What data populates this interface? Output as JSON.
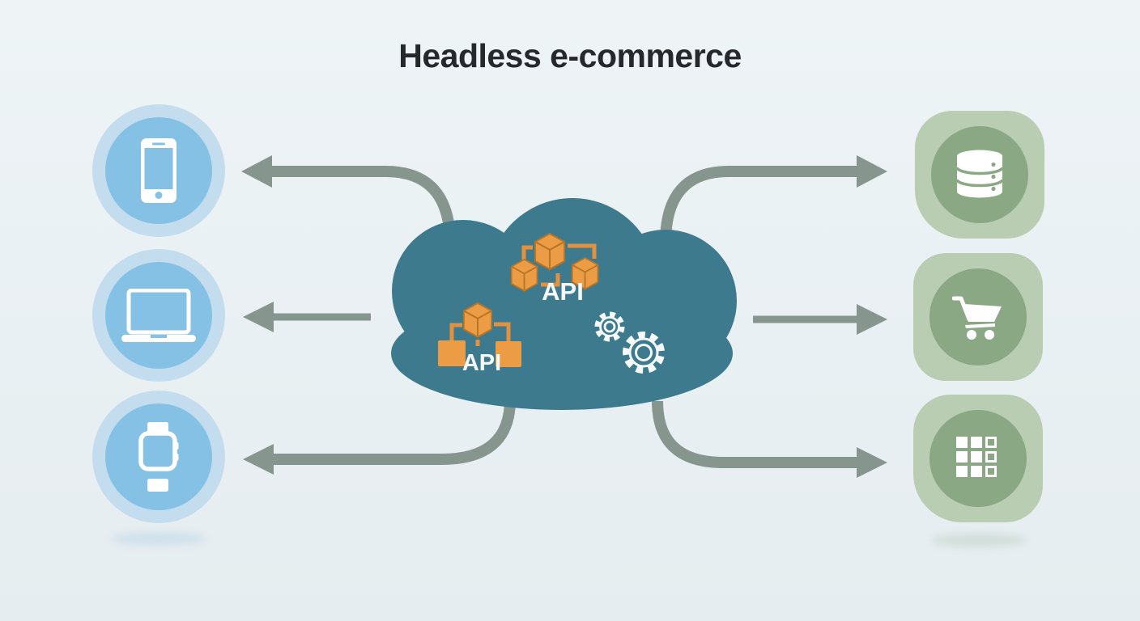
{
  "title": "Headless e-commerce",
  "cloud": {
    "description": "central cloud platform",
    "api_top_label": "API",
    "api_bottom_label": "API",
    "icons": [
      "api-cubes-icon",
      "api-cubes-icon",
      "gears-icon"
    ]
  },
  "frontends": [
    {
      "type": "smartphone",
      "icon": "smartphone-icon"
    },
    {
      "type": "laptop",
      "icon": "laptop-icon"
    },
    {
      "type": "smartwatch",
      "icon": "smartwatch-icon"
    }
  ],
  "backends": [
    {
      "type": "database",
      "icon": "database-icon"
    },
    {
      "type": "shopping-cart",
      "icon": "shopping-cart-icon"
    },
    {
      "type": "apps-grid",
      "icon": "apps-grid-icon"
    }
  ],
  "arrows": [
    {
      "from": "cloud",
      "to": "smartphone",
      "direction": "left",
      "shape": "curved"
    },
    {
      "from": "cloud",
      "to": "laptop",
      "direction": "left",
      "shape": "straight"
    },
    {
      "from": "cloud",
      "to": "smartwatch",
      "direction": "left",
      "shape": "curved"
    },
    {
      "from": "cloud",
      "to": "database",
      "direction": "right",
      "shape": "curved"
    },
    {
      "from": "cloud",
      "to": "shopping-cart",
      "direction": "right",
      "shape": "straight"
    },
    {
      "from": "cloud",
      "to": "apps-grid",
      "direction": "right",
      "shape": "curved"
    }
  ],
  "colors": {
    "background": "#e9f0f3",
    "cloud_teal": "#3e7a8e",
    "arrow_gray": "#87958f",
    "device_circle_blue": "#85c1e5",
    "device_ring_blue": "#c3ddee",
    "service_circle_green": "#8aa884",
    "service_square_green": "#b9cdb2",
    "api_cube_orange": "#ec9c45",
    "api_cube_outline": "#b97526",
    "title_text": "#26292b",
    "icon_white": "#ffffff"
  }
}
